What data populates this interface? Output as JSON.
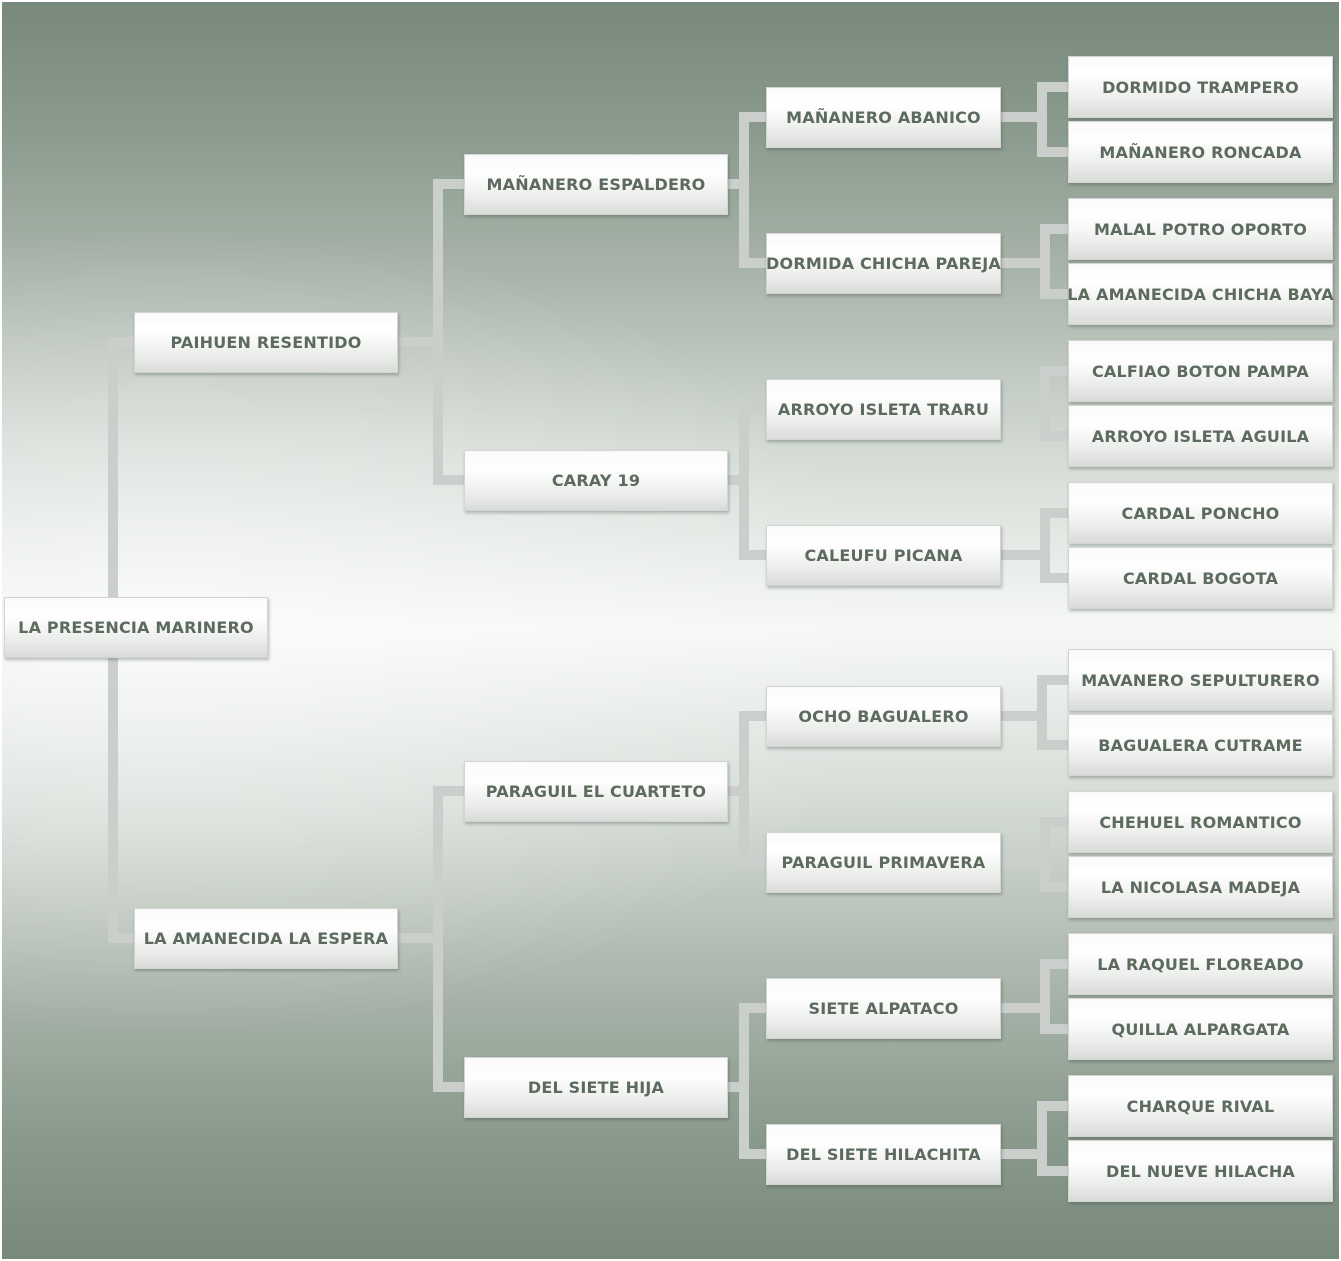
{
  "pedigree": {
    "subject": "LA PRESENCIA MARINERO",
    "sire": "PAIHUEN RESENTIDO",
    "dam": "LA AMANECIDA LA ESPERA",
    "sire_sire": "MAÑANERO ESPALDERO",
    "sire_dam": "CARAY 19",
    "dam_sire": "PARAGUIL EL CUARTETO",
    "dam_dam": "DEL SIETE HIJA",
    "gen3": [
      "MAÑANERO ABANICO",
      "DORMIDA CHICHA PAREJA",
      "ARROYO ISLETA TRARU",
      "CALEUFU PICANA",
      "OCHO BAGUALERO",
      "PARAGUIL PRIMAVERA",
      "SIETE ALPATACO",
      "DEL SIETE HILACHITA"
    ],
    "gen4": [
      "DORMIDO TRAMPERO",
      "MAÑANERO RONCADA",
      "MALAL POTRO OPORTO",
      "LA AMANECIDA CHICHA BAYA",
      "CALFIAO BOTON PAMPA",
      "ARROYO ISLETA AGUILA",
      "CARDAL PONCHO",
      "CARDAL BOGOTA",
      "MAVANERO SEPULTURERO",
      "BAGUALERA CUTRAME",
      "CHEHUEL ROMANTICO",
      "LA NICOLASA MADEJA",
      "LA RAQUEL FLOREADO",
      "QUILLA ALPARGATA",
      "CHARQUE RIVAL",
      "DEL NUEVE HILACHA"
    ]
  }
}
